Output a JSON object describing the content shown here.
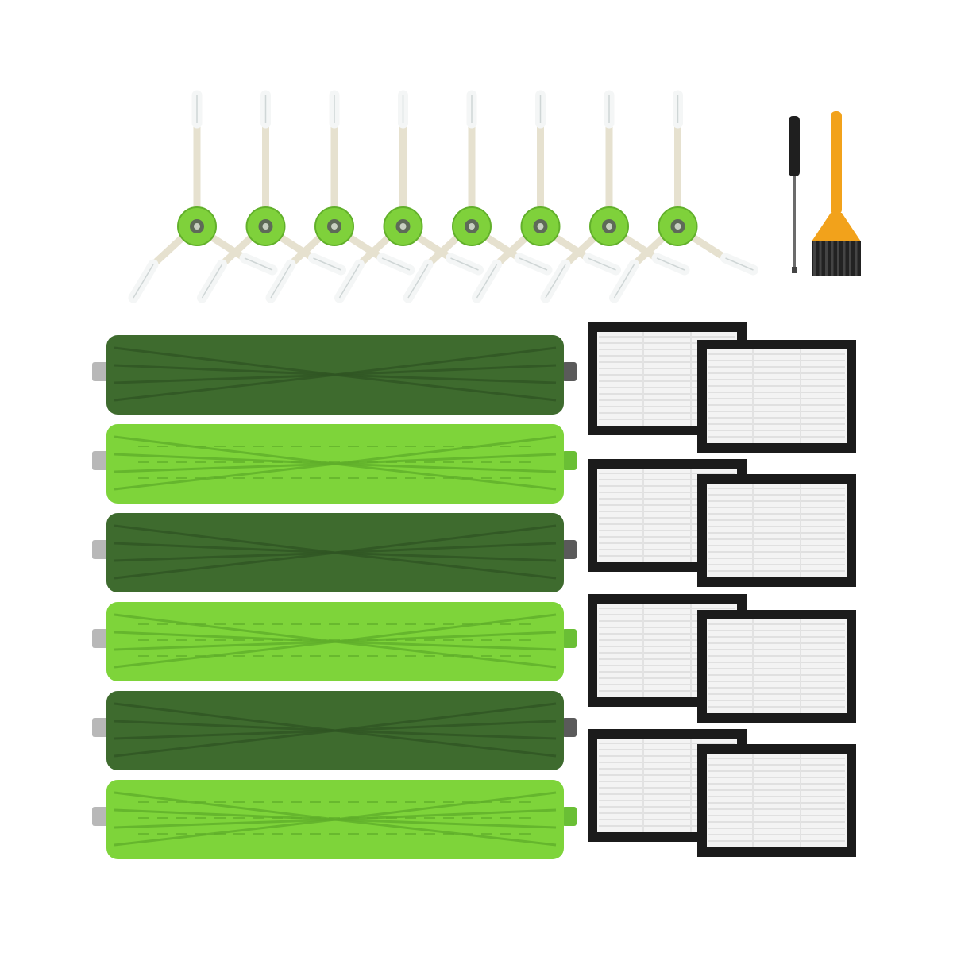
{
  "product": {
    "side_brushes": {
      "count": 8,
      "hub_color": "#7fd13b",
      "arm_color": "#e6e1cf",
      "bristle_color": "#f4f6f6"
    },
    "main_rollers": [
      {
        "variant": "dark",
        "color": "#3e6b2e",
        "shade": "#2f5523"
      },
      {
        "variant": "light",
        "color": "#7ed43a",
        "shade": "#5fae2a"
      },
      {
        "variant": "dark",
        "color": "#3e6b2e",
        "shade": "#2f5523"
      },
      {
        "variant": "light",
        "color": "#7ed43a",
        "shade": "#5fae2a"
      },
      {
        "variant": "dark",
        "color": "#3e6b2e",
        "shade": "#2f5523"
      },
      {
        "variant": "light",
        "color": "#7ed43a",
        "shade": "#5fae2a"
      }
    ],
    "filters": {
      "count": 8,
      "frame_color": "#1b1b1b",
      "media_color": "#f3f3f3",
      "pleat_color": "#d9d9d9"
    },
    "tools": [
      {
        "name": "screwdriver",
        "color": "#1f1f1f"
      },
      {
        "name": "cleaning-brush",
        "color": "#f2a21b"
      }
    ]
  }
}
